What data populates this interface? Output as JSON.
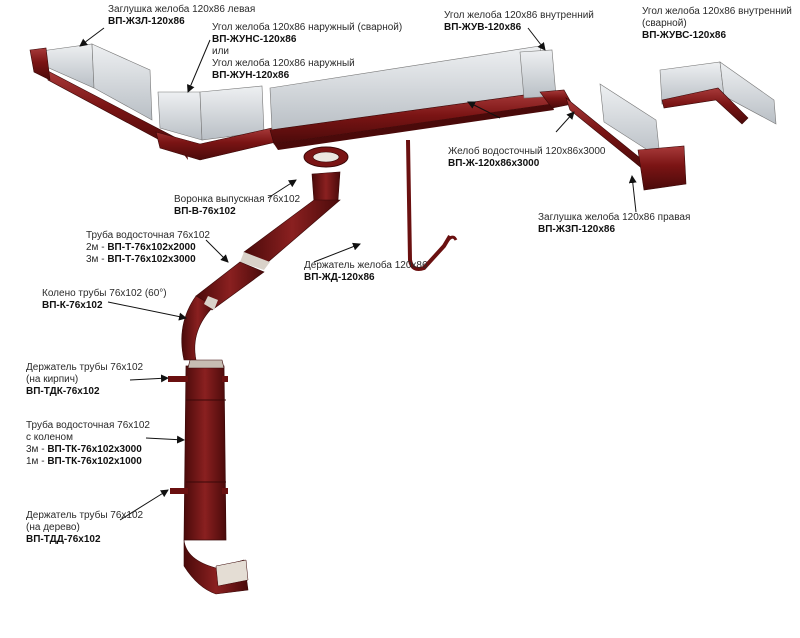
{
  "diagram": {
    "colors": {
      "gutter_red": "#7a1414",
      "gutter_dark": "#4a0a0a",
      "gutter_light": "#a83a3a",
      "sheet_grey": "#c9ced3",
      "sheet_light": "#eef0f2",
      "arrow": "#111111"
    },
    "labels": {
      "cap_left": {
        "name": "Заглушка желоба 120х86 левая",
        "code": "ВП-ЖЗЛ-120х86"
      },
      "corner_out": {
        "name": "Угол желоба 120х86 наружный (сварной)",
        "code": "ВП-ЖУНС-120х86",
        "or": "или",
        "name2": "Угол желоба 120х86 наружный",
        "code2": "ВП-ЖУН-120х86"
      },
      "corner_in": {
        "name": "Угол желоба 120х86 внутренний",
        "code": "ВП-ЖУВ-120х86"
      },
      "corner_in_w": {
        "name": "Угол желоба 120х86 внутренний",
        "name_b": "(сварной)",
        "code": "ВП-ЖУВС-120х86"
      },
      "gutter": {
        "name": "Желоб водосточный 120х86х3000",
        "code": "ВП-Ж-120х86х3000"
      },
      "cap_right": {
        "name": "Заглушка желоба 120х86 правая",
        "code": "ВП-ЖЗП-120х86"
      },
      "funnel": {
        "name": "Воронка выпускная 76х102",
        "code": "ВП-В-76х102"
      },
      "pipe": {
        "name": "Труба водосточная 76х102",
        "l1": "2м - ",
        "c1": "ВП-Т-76х102х2000",
        "l2": "3м - ",
        "c2": "ВП-Т-76х102х3000"
      },
      "holder": {
        "name": "Держатель желоба 120х86",
        "code": "ВП-ЖД-120х86"
      },
      "elbow": {
        "name": "Колено трубы 76х102 (60°)",
        "code": "ВП-К-76х102"
      },
      "pipe_brick": {
        "name": "Держатель трубы 76х102",
        "name_b": "(на кирпич)",
        "code": "ВП-ТДК-76х102"
      },
      "pipe_knee": {
        "name": "Труба водосточная 76х102",
        "name_b": "с коленом",
        "l1": "3м - ",
        "c1": "ВП-ТК-76х102х3000",
        "l2": "1м - ",
        "c2": "ВП-ТК-76х102х1000"
      },
      "pipe_wood": {
        "name": "Держатель трубы 76х102",
        "name_b": "(на дерево)",
        "code": "ВП-ТДД-76х102"
      }
    }
  }
}
